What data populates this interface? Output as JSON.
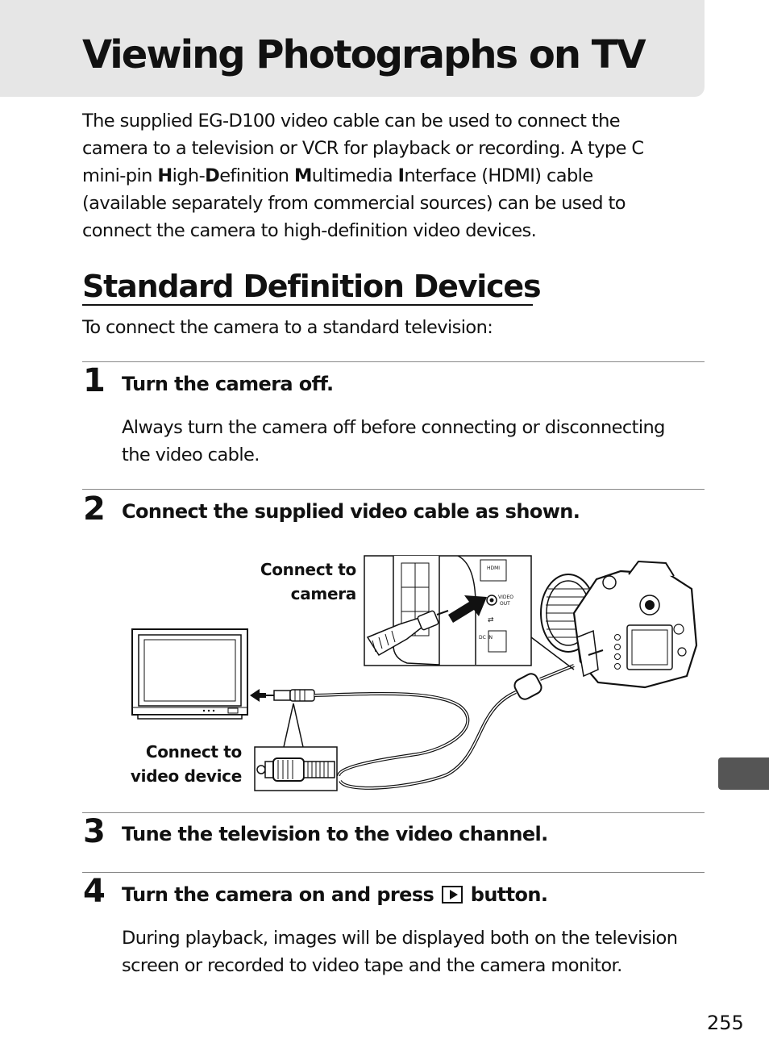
{
  "title": "Viewing Photographs on TV",
  "intro": {
    "line1": "The supplied EG-D100 video cable can be used to connect the",
    "line2": "camera to a television or VCR for playback or recording.  A type C",
    "line3_a": "mini-pin ",
    "line3_b": "H",
    "line3_c": "igh-",
    "line3_d": "D",
    "line3_e": "efinition ",
    "line3_f": "M",
    "line3_g": "ultimedia ",
    "line3_h": "I",
    "line3_i": "nterface (HDMI) cable",
    "line4": "(available separately from commercial sources) can be used to",
    "line5": "connect the camera to high-definition video devices."
  },
  "section": {
    "title": "Standard Definition Devices",
    "lead": "To connect the camera to a standard television:"
  },
  "steps": [
    {
      "number": "1",
      "heading": "Turn the camera off.",
      "body": "Always turn the camera off before connecting or disconnecting the video cable."
    },
    {
      "number": "2",
      "heading": "Connect the supplied video cable as shown."
    },
    {
      "number": "3",
      "heading": "Tune the television to the video channel."
    },
    {
      "number": "4",
      "heading_before": "Turn the camera on and press",
      "heading_after": "button.",
      "icon": "playback-button-icon",
      "body": "During playback, images will be displayed both on the television screen or recorded to video tape and the camera monitor."
    }
  ],
  "diagram": {
    "label_camera_line1": "Connect to",
    "label_camera_line2": "camera",
    "label_device_line1": "Connect to",
    "label_device_line2": "video device",
    "port_hdmi": "HDMI",
    "port_video_line1": "VIDEO",
    "port_video_line2": "OUT",
    "port_dc": "DC IN"
  },
  "side_tab_icon": "playback-connection-icon",
  "page_number": "255"
}
